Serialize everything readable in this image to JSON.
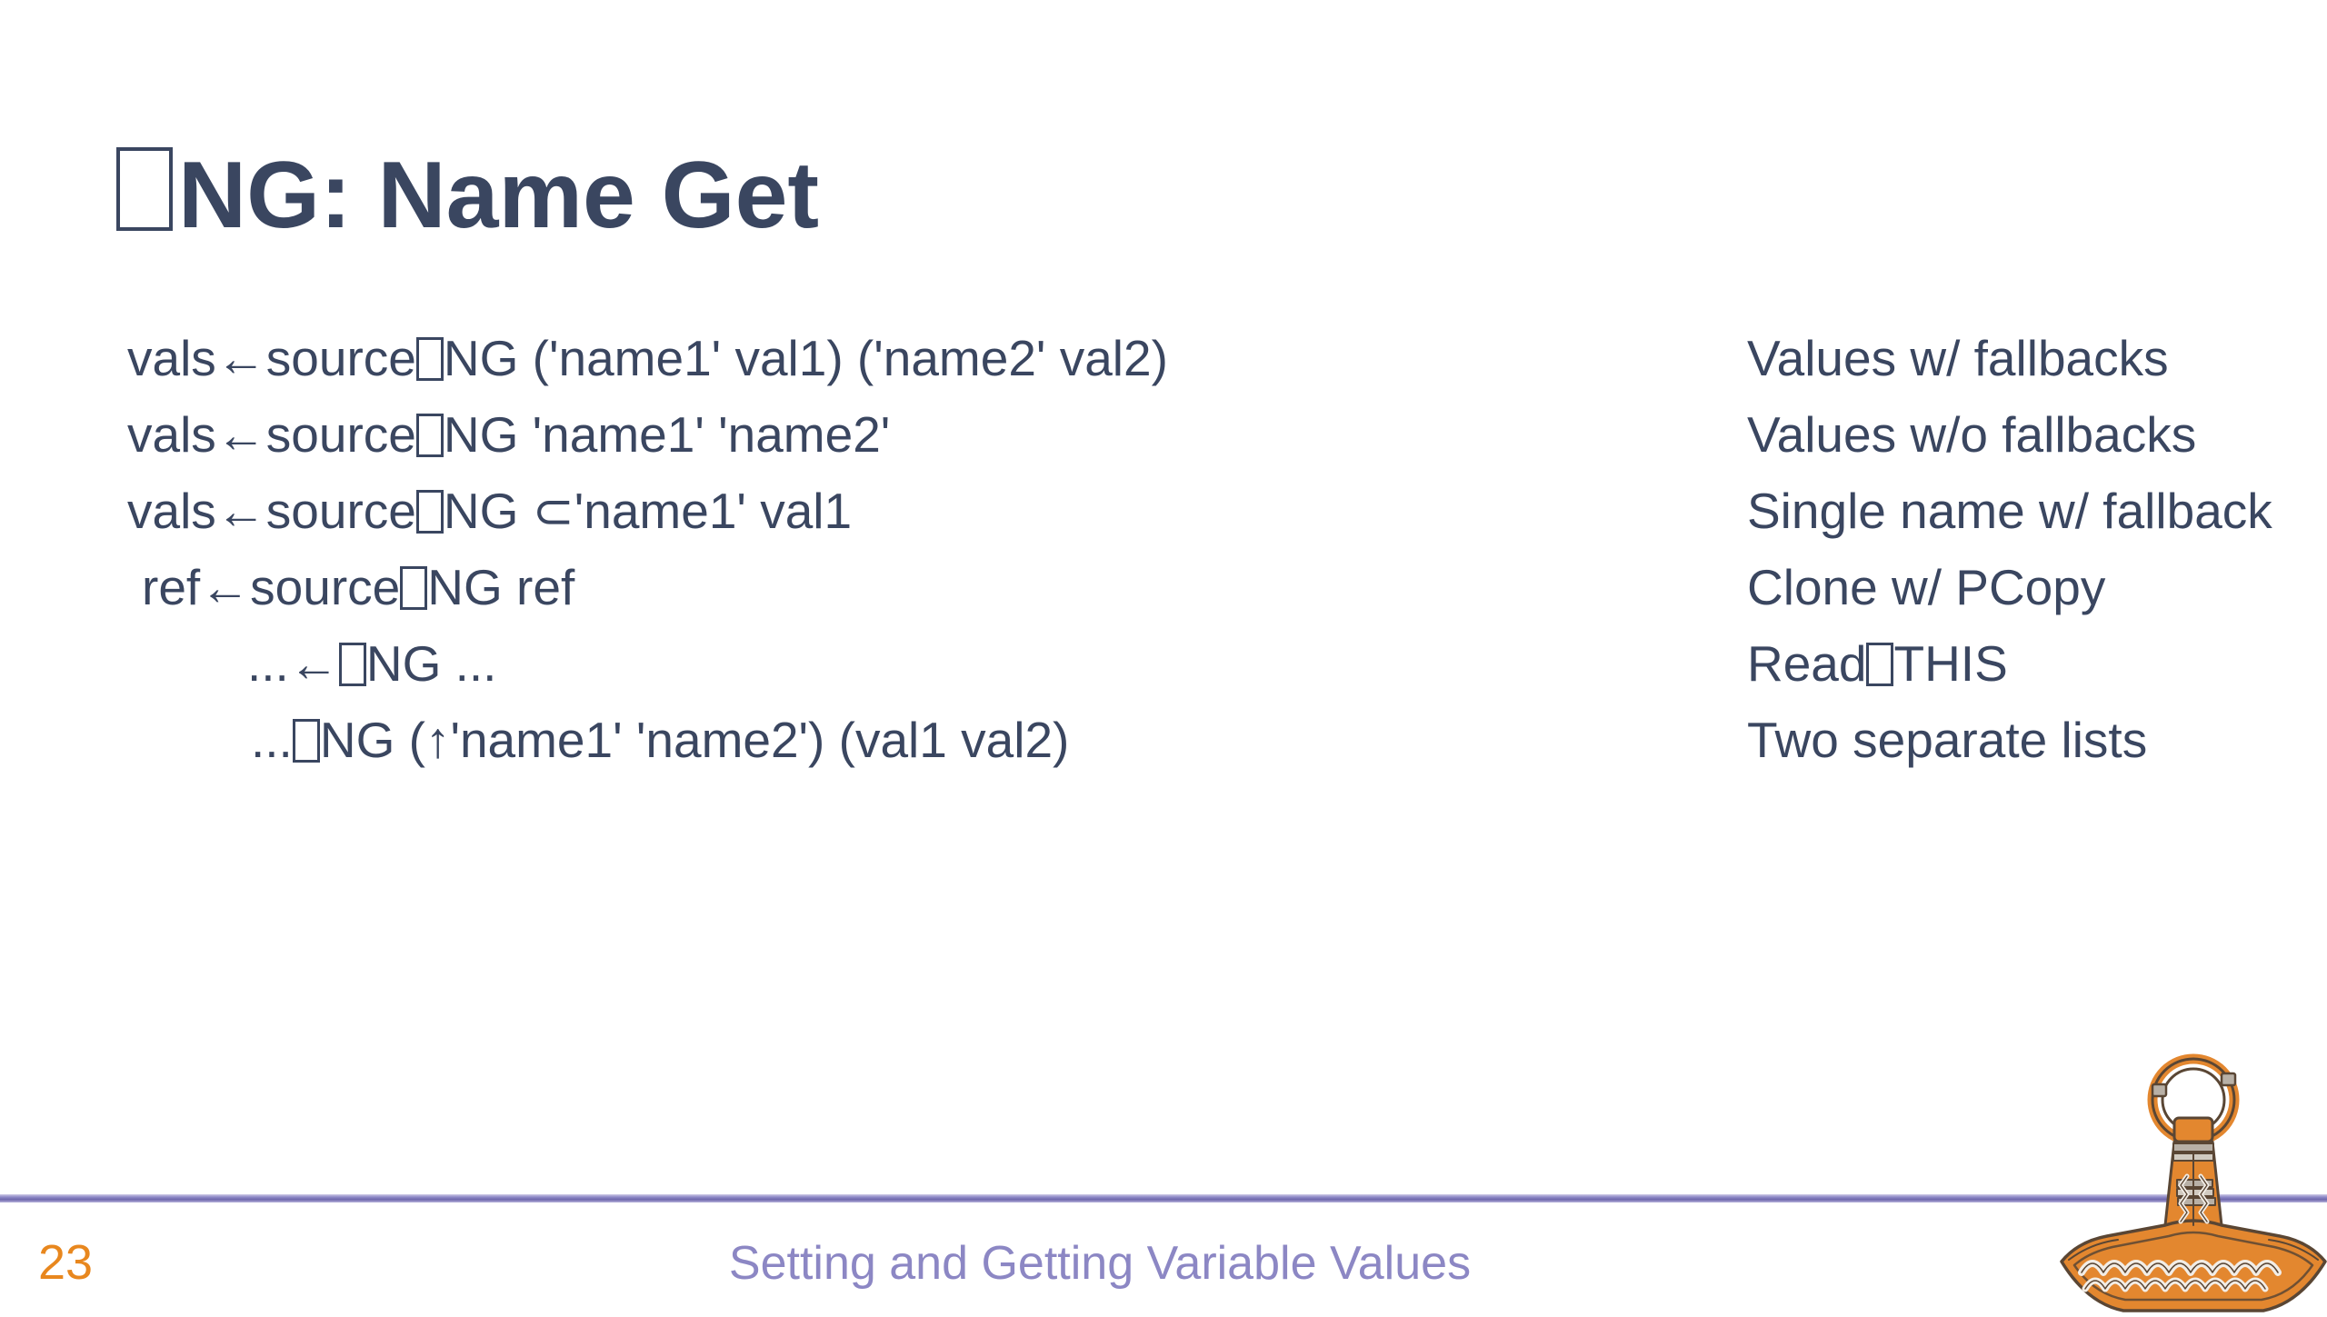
{
  "slide": {
    "title_glyph": "missing-glyph-box",
    "title_text": "NG: Name Get",
    "rows": [
      {
        "code_prefix": "vals←source ",
        "code_suffix": "NG ('name1' val1) ('name2' val2)",
        "indent": 140,
        "description": "Values w/ fallbacks"
      },
      {
        "code_prefix": "vals←source ",
        "code_suffix": "NG 'name1' 'name2'",
        "indent": 140,
        "description": "Values w/o fallbacks"
      },
      {
        "code_prefix": "vals←source ",
        "code_suffix": "NG ⊂'name1' val1",
        "indent": 140,
        "description": "Single name w/ fallback"
      },
      {
        "code_prefix": "ref←source ",
        "code_suffix": "NG ref",
        "indent": 156,
        "description": "Clone w/ PCopy"
      },
      {
        "code_prefix": "...←",
        "code_suffix": "NG ...",
        "indent": 272,
        "description": "Read ",
        "description_suffix": "THIS",
        "description_has_box": true
      },
      {
        "code_prefix": "... ",
        "code_suffix": "NG (↑'name1' 'name2') (val1 val2)",
        "indent": 276,
        "description": "Two separate lists"
      }
    ],
    "footer": {
      "page_number": "23",
      "caption": "Setting and Getting Variable Values",
      "logo_name": "mjolnir-hammer-logo"
    },
    "colors": {
      "text": "#3A4660",
      "accent_orange": "#E8871E",
      "accent_purple": "#8C87C4",
      "rule": "#7D76B8",
      "logo_orange": "#E3872F",
      "logo_outline": "#5A4634",
      "background": "#FFFFFF"
    }
  }
}
